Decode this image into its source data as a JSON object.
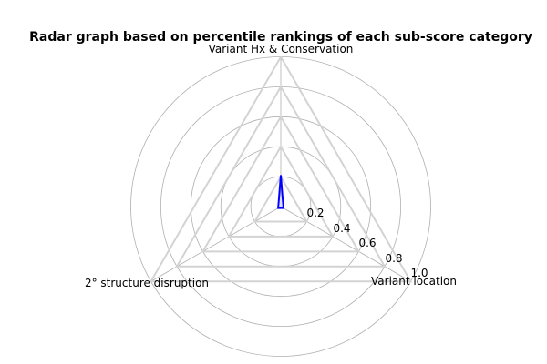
{
  "chart_data": {
    "type": "radar",
    "title": "Radar graph based on percentile rankings of each sub-score category",
    "categories": [
      "Variant Hx & Conservation",
      "Variant location",
      "2° structure disruption"
    ],
    "values": [
      0.21,
      0.02,
      0.02
    ],
    "tick_labels": [
      "0.2",
      "0.4",
      "0.6",
      "0.8",
      "1.0"
    ],
    "grid_levels": [
      0.2,
      0.4,
      0.6,
      0.8,
      1.0
    ],
    "rlim": [
      0,
      1
    ],
    "axes_count": 3,
    "grid": "on",
    "legend": "none",
    "colors": {
      "series_stroke": "#0000ff",
      "circle_grid": "#b0b0b0",
      "polygon_grid": "#d3d3d3",
      "text": "#000000",
      "background": "#ffffff"
    }
  }
}
